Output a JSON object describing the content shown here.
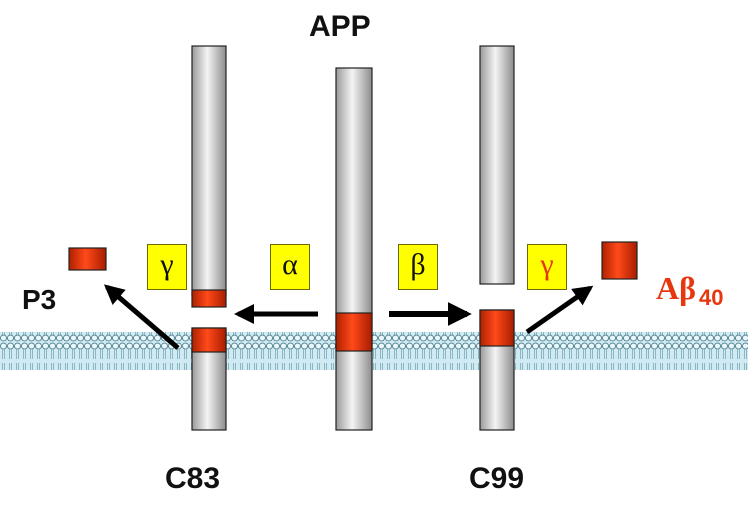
{
  "labels": {
    "app": "APP",
    "p3": "P3",
    "abeta": "Aβ",
    "abeta_subscript": "40",
    "c83": "C83",
    "c99": "C99"
  },
  "enzymes": {
    "gamma_left": "γ",
    "alpha": "α",
    "beta": "β",
    "gamma_right": "γ"
  },
  "colors": {
    "fragment_red": "#e8360f",
    "enzyme_box": "#ffff00",
    "membrane": "#bfe3ee",
    "rod_gray": "#d6d6d6",
    "gamma_right_text": "#e8360f"
  }
}
